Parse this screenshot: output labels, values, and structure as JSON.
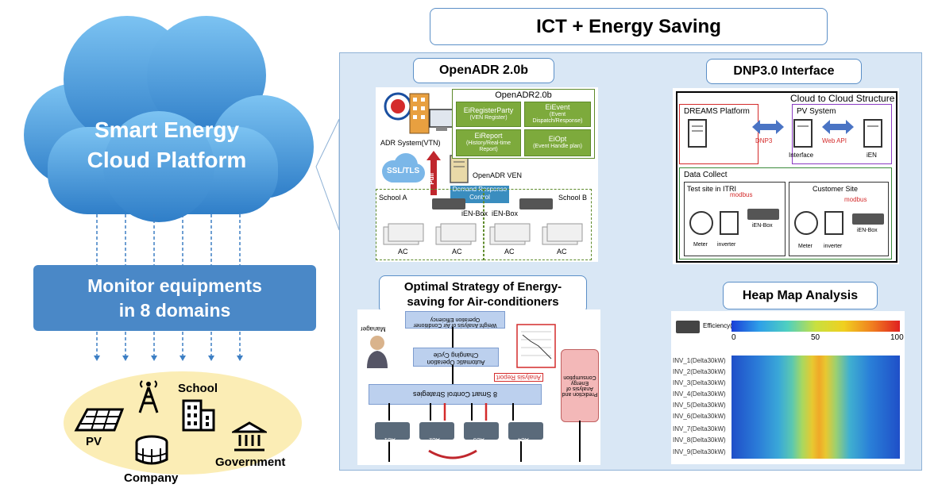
{
  "header": {
    "title": "ICT + Energy Saving"
  },
  "cloud": {
    "line1": "Smart Energy",
    "line2": "Cloud Platform"
  },
  "monitor": {
    "line1": "Monitor equipments",
    "line2": "in  8 domains"
  },
  "domains": {
    "pv": "PV",
    "school": "School",
    "company": "Company",
    "government": "Government"
  },
  "openadr": {
    "title": "OpenADR 2.0b",
    "panel_title": "OpenADR2.0b",
    "services": [
      {
        "name": "EiRegisterParty",
        "desc": "(VEN Register)"
      },
      {
        "name": "EiEvent",
        "desc": "(Event Dispatch/Response)"
      },
      {
        "name": "EiReport",
        "desc": "(History/Real-time Report)"
      },
      {
        "name": "EiOpt",
        "desc": "(Event Handle plan)"
      }
    ],
    "vtn": "ADR System(VTN)",
    "ssl": "SSL/TLS",
    "pull": "Pull",
    "ven": "OpenADR VEN",
    "drc": "Demand Response Control",
    "school_a": "School A",
    "school_b": "School B",
    "ien_box": "iEN-Box",
    "ac": "AC"
  },
  "dnp": {
    "title": "DNP3.0 Interface",
    "panel_title": "Cloud to Cloud Structure",
    "dreams": "DREAMS Platform",
    "pv_system": "PV System",
    "dnp3": "DNP3",
    "web_api": "Web API",
    "interface": "Interface",
    "ien": "iEN",
    "data_collect": "Data Collect",
    "test_site": "Test site in ITRI",
    "customer_site": "Customer Site",
    "modbus": "modbus",
    "ien_box": "iEN-Box",
    "meter": "Meter",
    "inverter": "inverter"
  },
  "optimal": {
    "title_line1": "Optimal Strategy of Energy-",
    "title_line2": "saving for Air-conditioners",
    "manager": "Manager",
    "box1": "Weight Analysis of Air Conditioner Operation Efficiency",
    "box2": "Automatic Operation Changing Cycle",
    "box3": "8 Smart Control Strategies",
    "analysis_report": "Analysis Report",
    "prediction": "Prediction and Analysis of Energy Consumption",
    "units": [
      "AC1",
      "AC2",
      "AC3",
      "AC4"
    ]
  },
  "heatmap": {
    "title": "Heap Map Analysis",
    "legend_label": "Efficiency(%)",
    "ticks": [
      "0",
      "50",
      "100"
    ],
    "rows": [
      "INV_1(Delta30kW)",
      "INV_2(Delta30kW)",
      "INV_3(Delta30kW)",
      "INV_4(Delta30kW)",
      "INV_5(Delta30kW)",
      "INV_6(Delta30kW)",
      "INV_7(Delta30kW)",
      "INV_8(Delta30kW)",
      "INV_9(Delta30kW)"
    ]
  },
  "colors": {
    "cloud": "#3d8fd6",
    "monitor": "#4a88c7",
    "panel": "#d9e7f5",
    "accent_green": "#7daa3c",
    "accent_red": "#d42b2b"
  }
}
